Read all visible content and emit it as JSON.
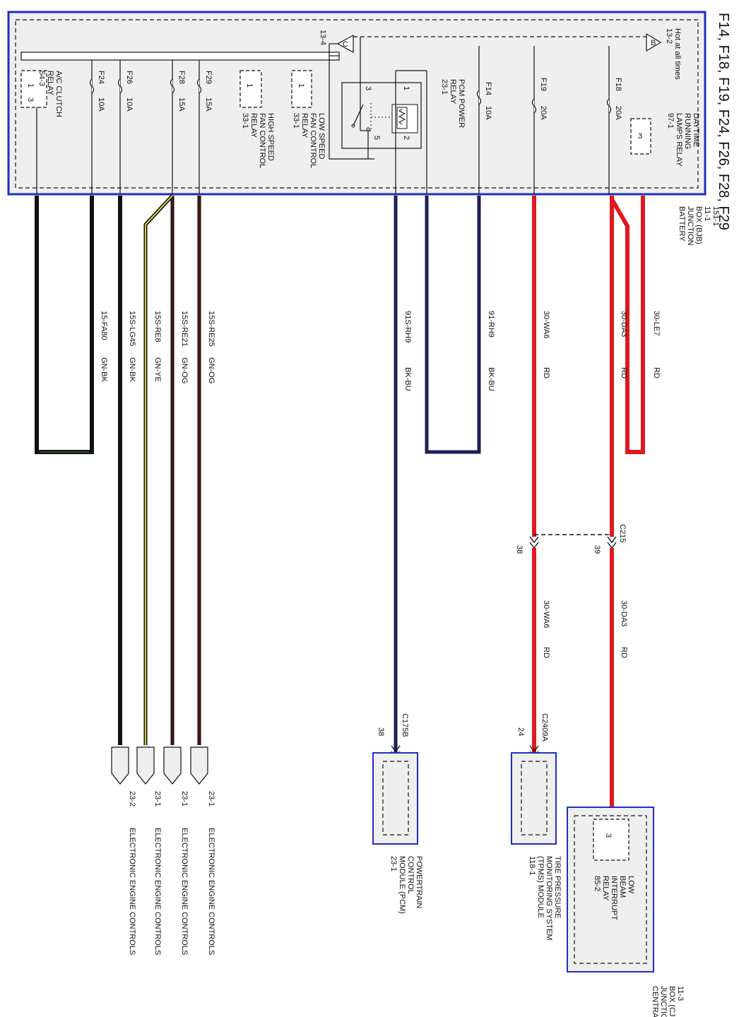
{
  "title": "F14, F18, F19, F24, F26, F28, F29",
  "colors": {
    "box_border": "#1f2fc0",
    "box_fill": "#efefef",
    "dashed": "#111111",
    "wire_red": "#e0191f",
    "wire_black": "#111111",
    "wire_navy": "#1d1f55",
    "wire_yellow": "#e8e23a",
    "wire_darkred": "#7a1010",
    "wire_green": "#2f7a2f"
  },
  "bjb": {
    "name_lines": [
      "BATTERY",
      "JUNCTION",
      "BOX (BJB)",
      "11-1",
      "151-1"
    ],
    "hot_lines": [
      "Hot at all times",
      "13-2"
    ],
    "node_b": "B",
    "node_c": "C",
    "node_c_ref": "13-4"
  },
  "relays": [
    {
      "id": "drl",
      "pin": "3",
      "lines": [
        "DAYTIME",
        "RUNNING",
        "LAMPS RELAY",
        "97-1"
      ]
    },
    {
      "id": "pcm",
      "pins": [
        "1",
        "2",
        "3",
        "5"
      ],
      "lines": [
        "PCM POWER",
        "RELAY",
        "23-1"
      ]
    },
    {
      "id": "low",
      "pin": "1",
      "lines": [
        "LOW SPEED",
        "FAN CONTROL",
        "RELAY",
        "33-1"
      ]
    },
    {
      "id": "high",
      "pin": "1",
      "lines": [
        "HIGH SPEED",
        "FAN CONTROL",
        "RELAY",
        "33-1"
      ]
    },
    {
      "id": "ac",
      "pins": [
        "1",
        "3"
      ],
      "lines": [
        "A/C CLUTCH",
        "RELAY",
        "54-3"
      ]
    }
  ],
  "fuses": [
    {
      "name": "F18",
      "rating": "20A"
    },
    {
      "name": "F19",
      "rating": "20A"
    },
    {
      "name": "F14",
      "rating": "10A"
    },
    {
      "name": "F29",
      "rating": "15A"
    },
    {
      "name": "F28",
      "rating": "15A"
    },
    {
      "name": "F26",
      "rating": "10A"
    },
    {
      "name": "F24",
      "rating": "10A"
    }
  ],
  "circuits": [
    {
      "id": "le7",
      "code": "30-LE7",
      "color": "RD"
    },
    {
      "id": "da3",
      "code": "30-DA3",
      "color": "RD"
    },
    {
      "id": "wa6",
      "code": "30-WA6",
      "color": "RD"
    },
    {
      "id": "rh9a",
      "code": "91-RH9",
      "color": "BK-BU"
    },
    {
      "id": "rh9b",
      "code": "91S-RH9",
      "color": "BK-BU"
    },
    {
      "id": "re25",
      "code": "15S-RE25",
      "color": "GN-OG"
    },
    {
      "id": "re21",
      "code": "15S-RE21",
      "color": "GN-OG"
    },
    {
      "id": "re8",
      "code": "15S-RE8",
      "color": "GN-YE"
    },
    {
      "id": "lg45",
      "code": "15S-LG45",
      "color": "GN-BK"
    },
    {
      "id": "fa80",
      "code": "15-FA80",
      "color": "GN-BK"
    }
  ],
  "lower_circuits": [
    {
      "id": "da3b",
      "code": "30-DA3",
      "color": "RD"
    },
    {
      "id": "wa6b",
      "code": "30-WA6",
      "color": "RD"
    }
  ],
  "splice": {
    "name": "C215",
    "pin_da3": "39",
    "pin_wa6": "38"
  },
  "connectors": [
    {
      "id": "c2409a",
      "name": "C2409A",
      "pin": "24"
    },
    {
      "id": "c175b",
      "name": "C175B",
      "pin": "38"
    }
  ],
  "modules": [
    {
      "id": "cjb",
      "lines": [
        "CENTRAL",
        "JUNCTION",
        "BOX (CJB)",
        "11-3"
      ],
      "inner_pin": "3",
      "inner_lines": [
        "LOW",
        "BEAM",
        "INTERRUPT",
        "RELAY",
        "85-2"
      ]
    },
    {
      "id": "tpms",
      "lines": [
        "TIRE PRESSURE",
        "MONITORING SYSTEM",
        "(TPMS) MODULE",
        "118-1"
      ]
    },
    {
      "id": "pcm",
      "lines": [
        "POWERTRAIN",
        "CONTROL",
        "MODULE (PCM)",
        "23-1"
      ]
    }
  ],
  "eec": [
    {
      "ref": "23-1",
      "label": "ELECTRONIC ENGINE CONTROLS"
    },
    {
      "ref": "23-1",
      "label": "ELECTRONIC ENGINE CONTROLS"
    },
    {
      "ref": "23-1",
      "label": "ELECTRONIC ENGINE CONTROLS"
    },
    {
      "ref": "23-2",
      "label": "ELECTRONIC ENGINE CONTROLS"
    }
  ]
}
